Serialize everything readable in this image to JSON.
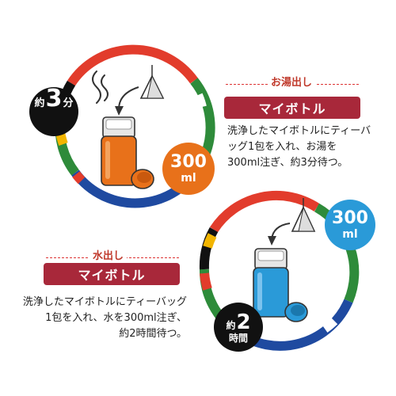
{
  "hot": {
    "category": "お湯出し",
    "title": "マイボトル",
    "description_lines": [
      "洗浄したマイボトルにティーバ",
      "ッグ1包を入れ、お湯を",
      "300ml注ぎ、約3分待つ。"
    ],
    "time_prefix": "約",
    "time_number": "3",
    "time_unit": "分",
    "volume_number": "300",
    "volume_unit": "ml",
    "bottle_color": "#e8711a",
    "badge_color": "#e8711a"
  },
  "cold": {
    "category": "水出し",
    "title": "マイボトル",
    "description_lines": [
      "洗浄したマイボトルにティーバッグ",
      "1包を入れ、水を300ml注ぎ、",
      "約2時間待つ。"
    ],
    "time_prefix": "約",
    "time_number": "2",
    "time_unit": "時間",
    "volume_number": "300",
    "volume_unit": "ml",
    "bottle_color": "#2a9ad8",
    "badge_color": "#2a9ad8"
  },
  "colors": {
    "pill": "#a8283a",
    "ring_red": "#e23c2c",
    "ring_green": "#2e8b3a",
    "ring_blue": "#1f4aa0",
    "ring_yellow": "#f2b500",
    "ring_black": "#111111"
  }
}
